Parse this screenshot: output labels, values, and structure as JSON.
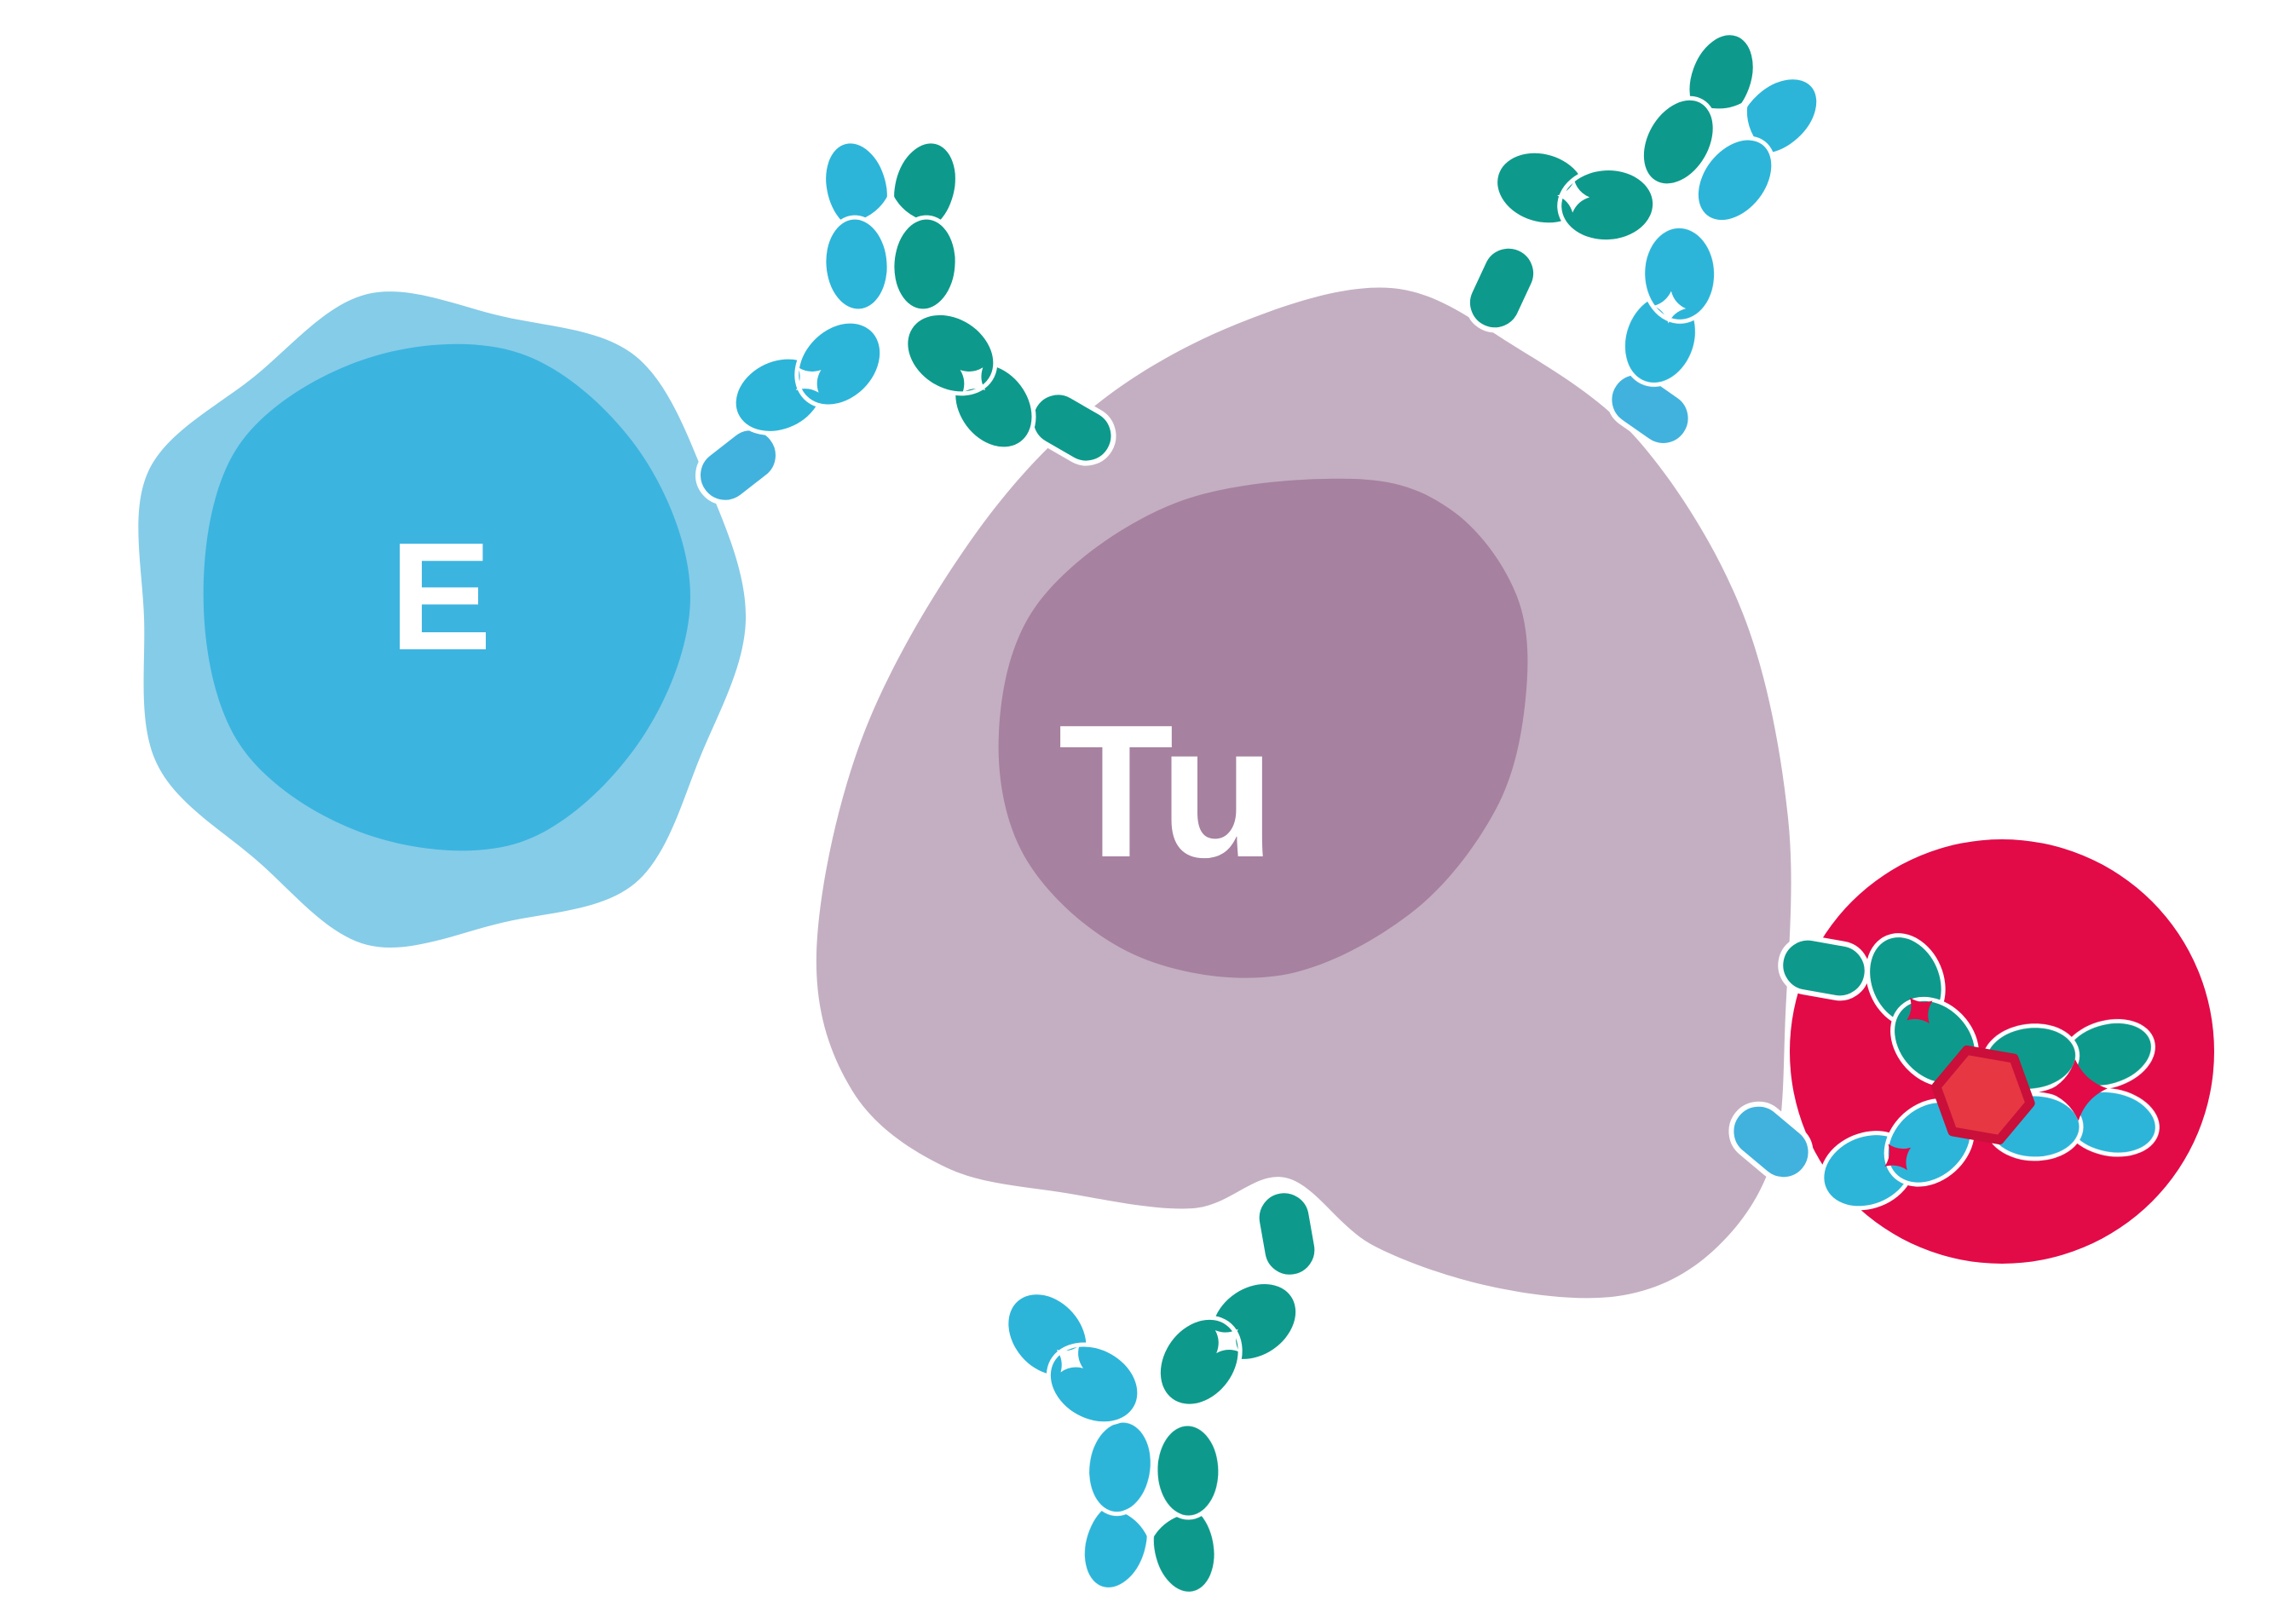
{
  "title": "Bispecific antibodies engaging effector cell, tumor cell and drug-carrier cell",
  "cells": {
    "effector": {
      "label": "E"
    },
    "tumor": {
      "label": "Tu"
    }
  },
  "icons": {
    "antibody": "antibody-icon",
    "antigen_capsule": "antigen-capsule-icon",
    "drug_hexagon": "drug-payload-hexagon-icon"
  },
  "colors": {
    "background": "#ffffff",
    "effector-outer": "#85cce8",
    "effector-inner": "#3cb4e0",
    "tumor-outer": "#c4afc2",
    "tumor-nucleus": "#a681a0",
    "red-cell": "#e30a48",
    "hexagon-fill": "#e73743",
    "hexagon-stroke": "#c90f3a",
    "antibody-cyan": "#2cb5d9",
    "antibody-teal": "#0d9a8c",
    "capsule-cyan": "#41b2dd",
    "capsule-teal": "#0d9a8c",
    "outline": "#ffffff"
  }
}
